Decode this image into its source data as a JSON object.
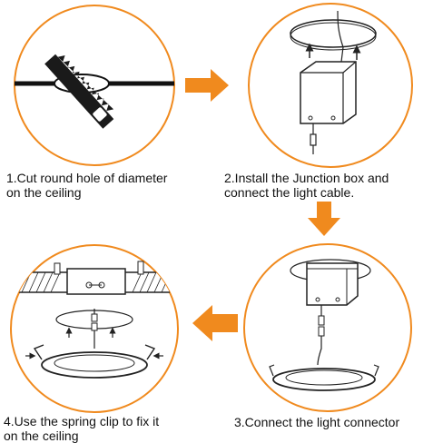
{
  "steps": [
    {
      "number": 1,
      "caption": "1.Cut round hole of diameter\non the ceiling"
    },
    {
      "number": 2,
      "caption": "2.Install the Junction box and\nconnect the light cable."
    },
    {
      "number": 3,
      "caption": "3.Connect the light connector"
    },
    {
      "number": 4,
      "caption": "4.Use the spring clip to fix it\non the ceiling"
    }
  ],
  "colors": {
    "circle_border": "#F08A1E",
    "arrow": "#F08A1E",
    "line_art": "#222222",
    "saw": "#1A1A1A"
  },
  "icons": [
    "arrow-right-icon",
    "arrow-down-icon",
    "arrow-left-icon",
    "saw-icon",
    "junction-box-icon",
    "ceiling-light-icon",
    "spring-clip-icon"
  ]
}
